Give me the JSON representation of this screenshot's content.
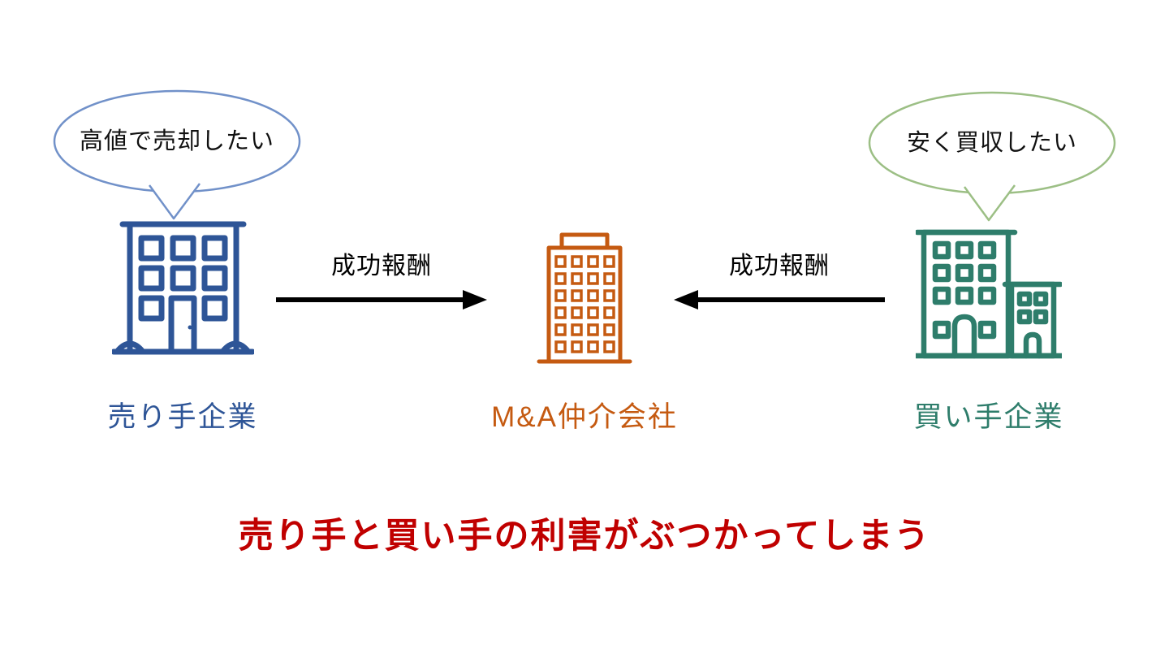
{
  "page": {
    "background_color": "#FFFFFF"
  },
  "seller": {
    "bubble_text": "高値で売却したい",
    "label": "売り手企業",
    "color": "#2E5597",
    "bubble_border_color": "#7191C9"
  },
  "broker": {
    "label": "M&A仲介会社",
    "color": "#C55A11"
  },
  "buyer": {
    "bubble_text": "安く買収したい",
    "label": "買い手企業",
    "color": "#2E7D6B",
    "bubble_border_color": "#9CBF85"
  },
  "fees": {
    "left_arrow_label": "成功報酬",
    "right_arrow_label": "成功報酬",
    "arrow_color": "#000000"
  },
  "conclusion": {
    "text": "売り手と買い手の利害がぶつかってしまう",
    "color": "#C00000"
  }
}
